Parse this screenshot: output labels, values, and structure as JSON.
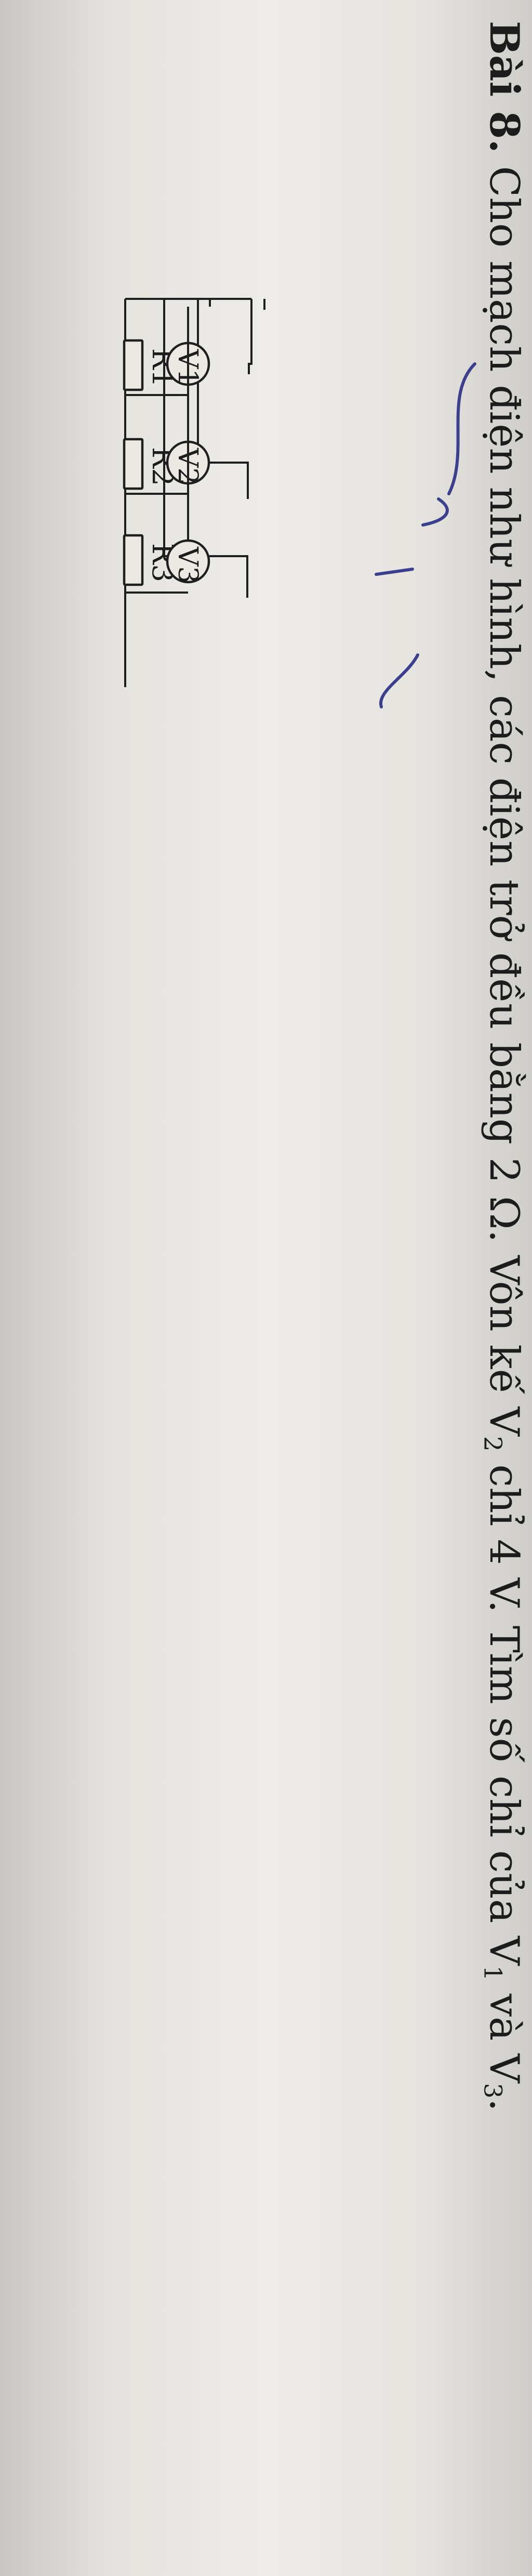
{
  "problem": {
    "label": "Bài 8.",
    "text_before_v2": "Cho mạch điện như hình, các điện trở đều bằng 2 Ω. Vôn kế V",
    "v2_sub": "2",
    "text_mid": " chỉ 4 V. Tìm số chỉ của V",
    "v1_sub": "1",
    "text_and": " và V",
    "v3_sub": "3",
    "text_end": "."
  },
  "circuit": {
    "resistors": [
      "R1",
      "R2",
      "R3"
    ],
    "voltmeters": [
      "V1",
      "V2",
      "V3"
    ]
  },
  "colors": {
    "ink": "#3a3f8f",
    "text": "#1e1e1e"
  }
}
